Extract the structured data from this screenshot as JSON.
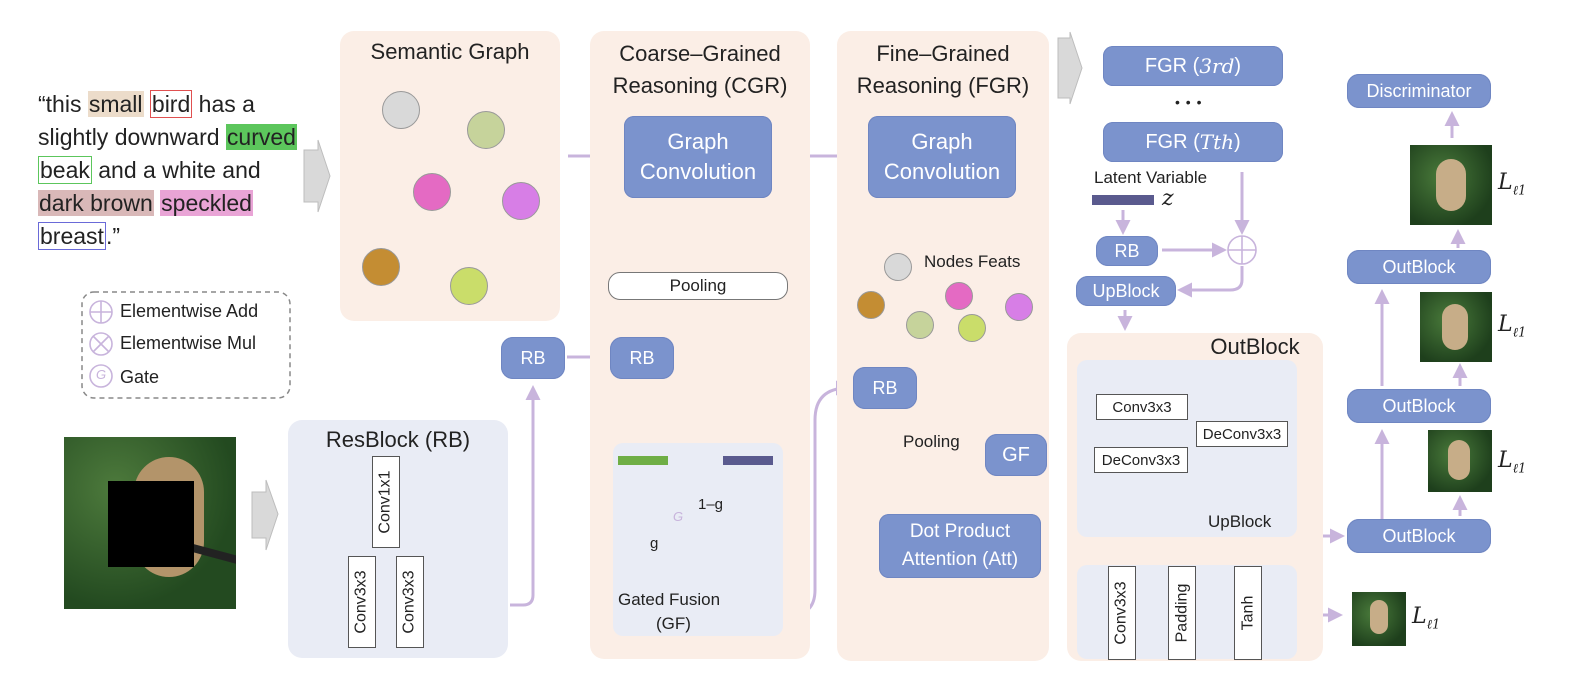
{
  "caption": {
    "open": "“this ",
    "small": "small",
    "bird": "bird",
    "t1": " has a slightly downward ",
    "curved": "curved",
    "beak": "beak",
    "t2": " and a white and ",
    "dark_brown": "dark brown",
    "speckled": "speckled",
    "breast": "breast",
    "close": ".”"
  },
  "legend": {
    "add": "Elementwise Add",
    "mul": "Elementwise Mul",
    "gate_symbol": "G",
    "gate": "Gate"
  },
  "panels": {
    "semantic_graph": "Semantic Graph",
    "cgr_line1": "Coarse–Grained",
    "cgr_line2": "Reasoning (CGR)",
    "fgr_line1": "Fine–Grained",
    "fgr_line2": "Reasoning (FGR)",
    "resblock": "ResBlock (RB)",
    "outblock": "OutBlock"
  },
  "labels": {
    "graph_conv_1": "Graph",
    "graph_conv_2": "Convolution",
    "pooling": "Pooling",
    "rb": "RB",
    "conv1x1": "Conv1x1",
    "conv3x3": "Conv3x3",
    "deconv3x3": "DeConv3x3",
    "padding": "Padding",
    "tanh": "Tanh",
    "one_minus_g": "1–g",
    "g": "g",
    "gate_g": "G",
    "gated_fusion_1": "Gated Fusion",
    "gated_fusion_2": "(GF)",
    "nodes_feats": "Nodes Feats",
    "gf": "GF",
    "dot_att_1": "Dot Product",
    "dot_att_2": "Attention (Att)",
    "fgr": "FGR (",
    "third": "3rd",
    "tth": "Tth",
    "close_paren": ")",
    "dots": "• • •",
    "latent": "Latent Variable",
    "z": "z",
    "upblock": "UpBlock",
    "outblock": "OutBlock",
    "discriminator": "Discriminator",
    "loss_L": "L",
    "loss_sub": "ℓ1"
  },
  "colors": {
    "arrow": "#c8b4dc",
    "block": "#7b93cd",
    "peach_panel": "#fbeee6",
    "lavender_panel": "#e9ecf5",
    "green_bar": "#6fae45",
    "purple_bar": "#5a5a8e",
    "latent_bar": "#5a5a8e"
  },
  "graph_nodes": [
    {
      "color": "#d9d9d9"
    },
    {
      "color": "#c6d39b"
    },
    {
      "color": "#e46ac3"
    },
    {
      "color": "#d77ee6"
    },
    {
      "color": "#c48d33"
    },
    {
      "color": "#cadd6a"
    }
  ],
  "feature_nodes": [
    {
      "color": "#d9d9d9"
    },
    {
      "color": "#c48d33"
    },
    {
      "color": "#c6d39b"
    },
    {
      "color": "#e46ac3"
    },
    {
      "color": "#cadd6a"
    },
    {
      "color": "#d77ee6"
    }
  ]
}
